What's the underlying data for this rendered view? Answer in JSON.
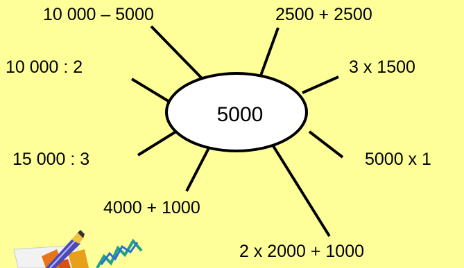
{
  "diagram": {
    "center": "5000",
    "expressions": {
      "top_left": "10 000 – 5000",
      "top_right": "2500 + 2500",
      "left_upper": "10 000 : 2",
      "right_upper": "3 x 1500",
      "left_lower": "15 000 : 3",
      "right_lower": "5000 x 1",
      "bottom_left": "4000 + 1000",
      "bottom_right": "2 x 2000 + 1000"
    }
  },
  "colors": {
    "background": "#FFFF99",
    "lines": "#000000",
    "ellipse_fill": "#FFFFFF"
  },
  "clipart": {
    "icon": "pencil-and-chart-clipart"
  }
}
